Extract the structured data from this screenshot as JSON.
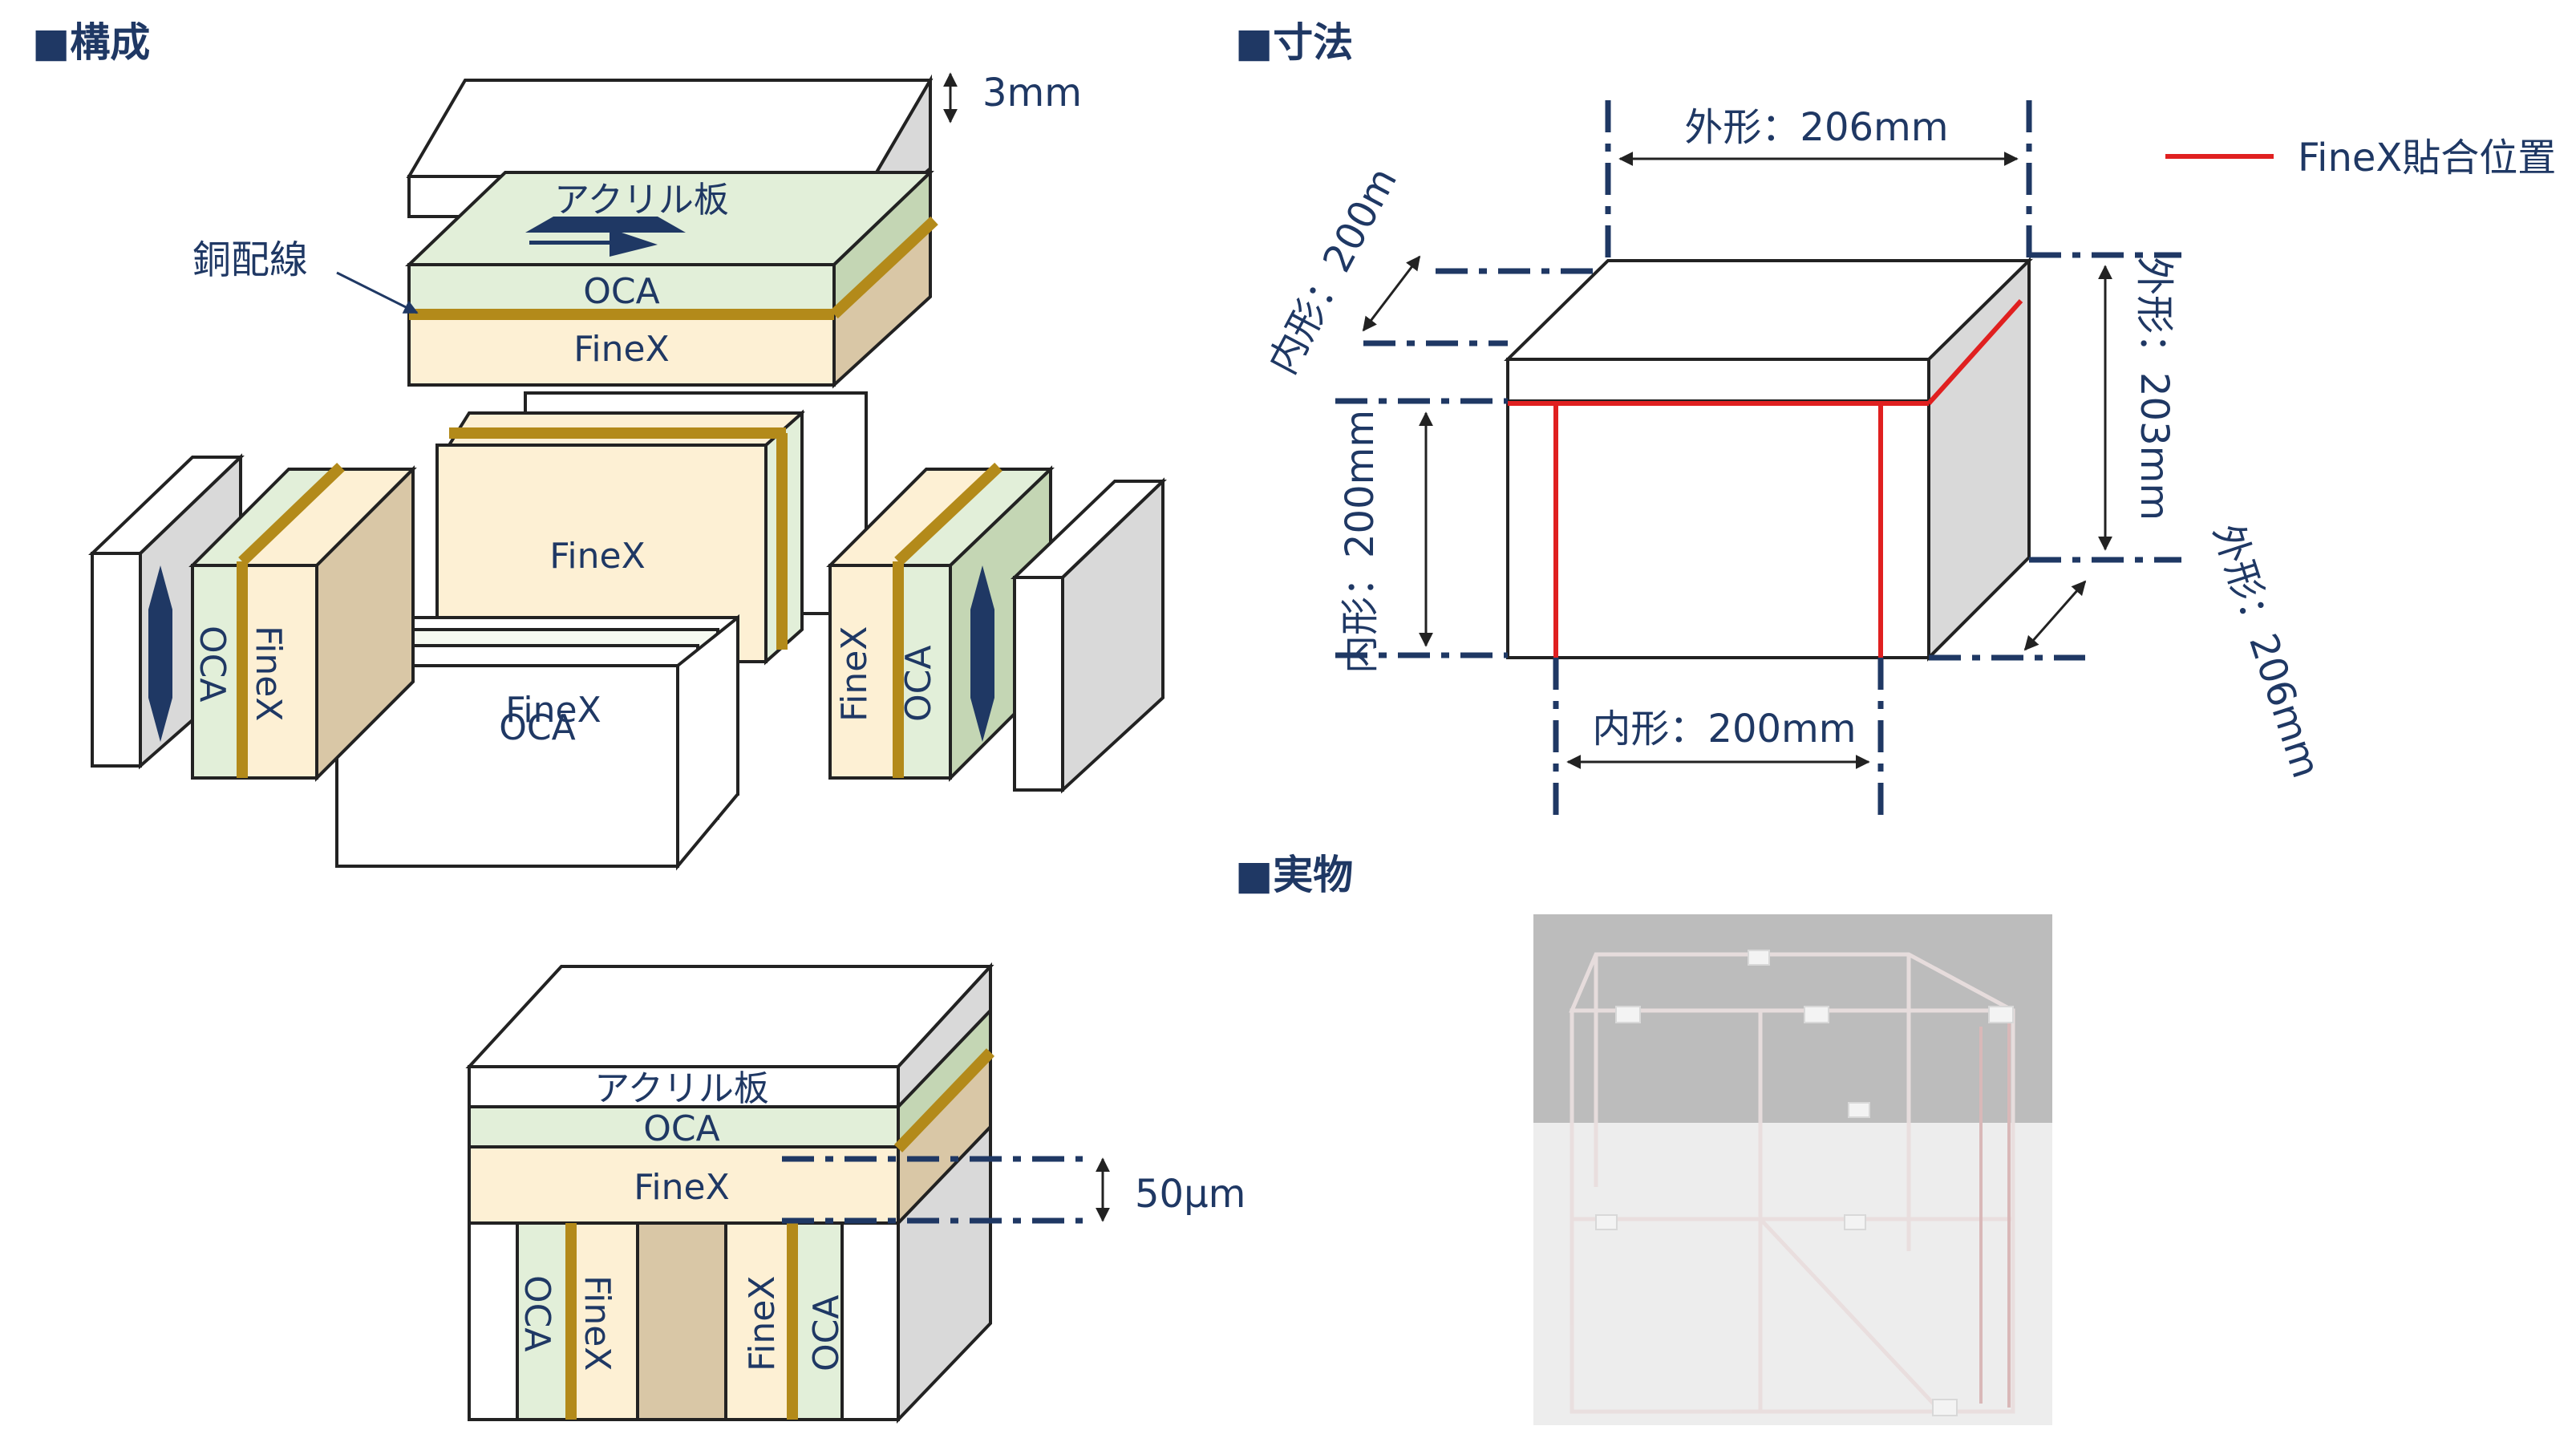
{
  "headings": {
    "composition": "■構成",
    "dimensions": "■寸法",
    "actual": "■実物"
  },
  "labels": {
    "acrylic": "アクリル板",
    "oca": "OCA",
    "finex": "FineX",
    "copper_wiring": "銅配線",
    "thickness_3mm": "3mm",
    "gap_50um": "50μm"
  },
  "dims": {
    "outer_206_top": "外形：206mm",
    "inner_200_diag": "内形：200m",
    "inner_200_vert": "内形：200mm",
    "outer_203_vert": "外形：203mm",
    "outer_206_diag": "外形：206mm",
    "inner_200_bottom": "内形：200mm"
  },
  "legend": {
    "finex_position": "FineX貼合位置",
    "line_color": "#e02020"
  },
  "colors": {
    "navy": "#1f3864",
    "oca_fill": "#e2efd9",
    "finex_fill": "#fdf0d4",
    "finex_side": "#d9c7a6",
    "oca_side": "#c4d6b4",
    "copper": "#b38a1a",
    "gray_side": "#d9d9d9",
    "red": "#e02020"
  }
}
